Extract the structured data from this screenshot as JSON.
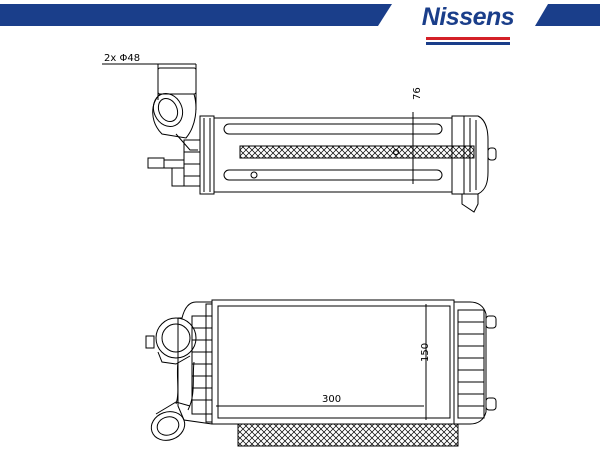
{
  "brand": {
    "name": "Nissens",
    "colors": {
      "blue": "#1a3e8a",
      "red": "#d42028"
    }
  },
  "dimensions": {
    "pipe_callout": "2x Φ48",
    "depth": "76",
    "height": "150",
    "length": "300"
  },
  "views": [
    "top-view",
    "front-view"
  ]
}
